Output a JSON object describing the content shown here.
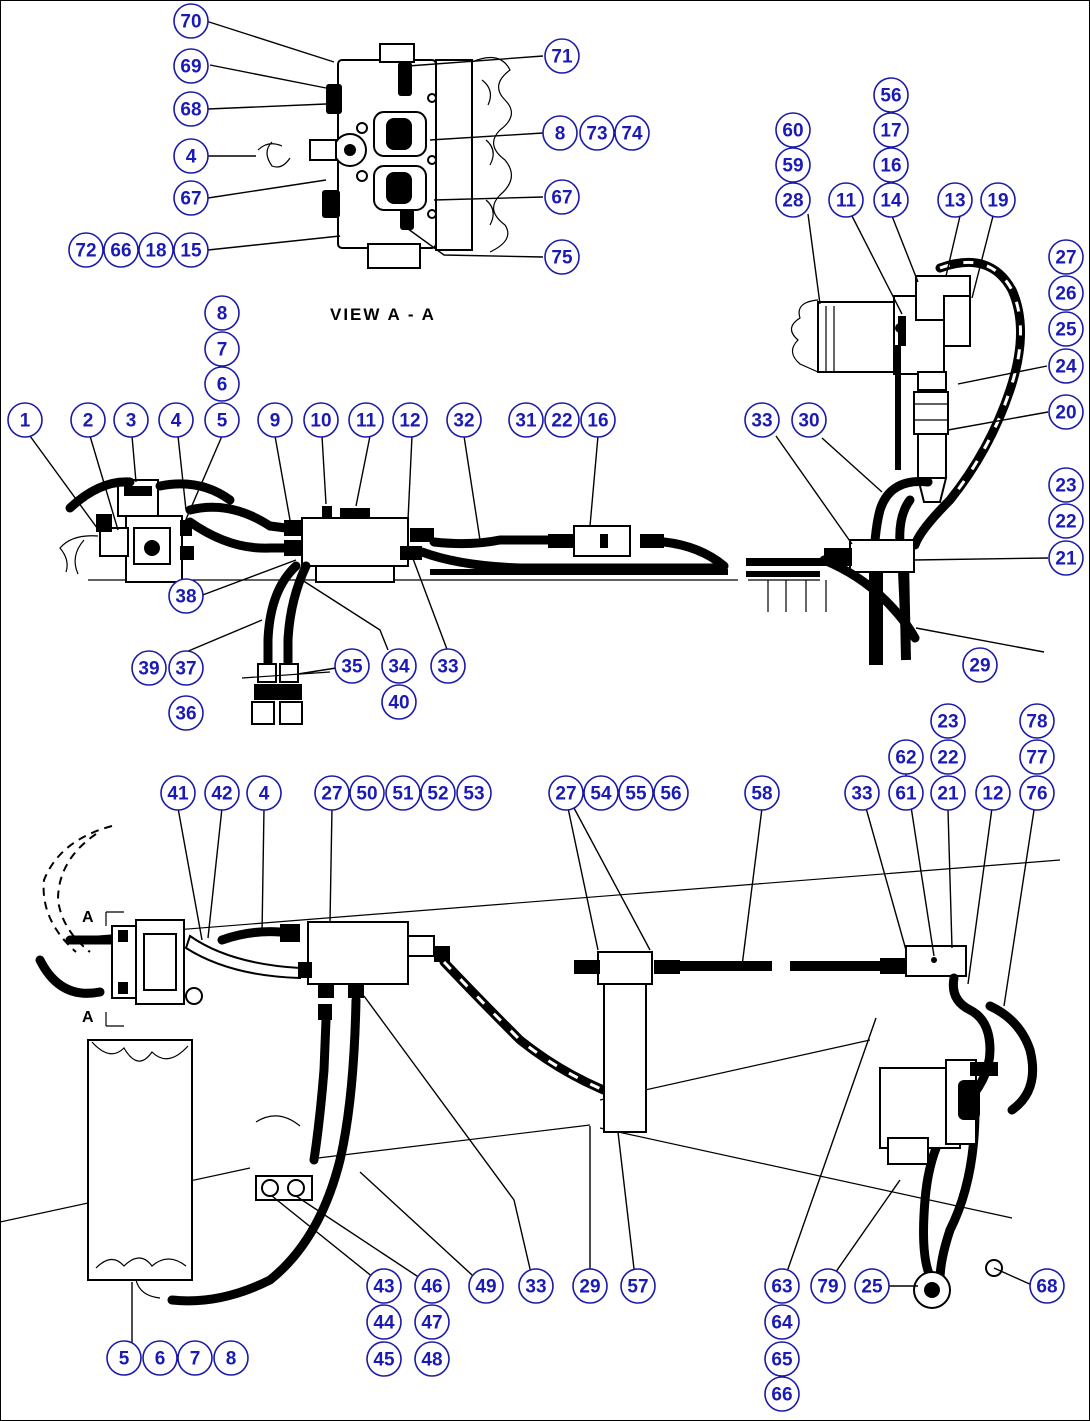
{
  "view_label": "VIEW A - A",
  "section_marks": [
    "A",
    "A"
  ],
  "callouts": [
    {
      "id": "c70",
      "t": "70"
    },
    {
      "id": "c69",
      "t": "69"
    },
    {
      "id": "c68a",
      "t": "68"
    },
    {
      "id": "c4a",
      "t": "4"
    },
    {
      "id": "c67a",
      "t": "67"
    },
    {
      "id": "c72",
      "t": "72"
    },
    {
      "id": "c66a",
      "t": "66"
    },
    {
      "id": "c18",
      "t": "18"
    },
    {
      "id": "c15",
      "t": "15"
    },
    {
      "id": "c71",
      "t": "71"
    },
    {
      "id": "c8a",
      "t": "8"
    },
    {
      "id": "c73",
      "t": "73"
    },
    {
      "id": "c74",
      "t": "74"
    },
    {
      "id": "c67b",
      "t": "67"
    },
    {
      "id": "c75",
      "t": "75"
    },
    {
      "id": "c56a",
      "t": "56"
    },
    {
      "id": "c17",
      "t": "17"
    },
    {
      "id": "c16a",
      "t": "16"
    },
    {
      "id": "c14",
      "t": "14"
    },
    {
      "id": "c60",
      "t": "60"
    },
    {
      "id": "c59",
      "t": "59"
    },
    {
      "id": "c28",
      "t": "28"
    },
    {
      "id": "c11a",
      "t": "11"
    },
    {
      "id": "c13",
      "t": "13"
    },
    {
      "id": "c19",
      "t": "19"
    },
    {
      "id": "c27a",
      "t": "27"
    },
    {
      "id": "c26",
      "t": "26"
    },
    {
      "id": "c25a",
      "t": "25"
    },
    {
      "id": "c24",
      "t": "24"
    },
    {
      "id": "c20",
      "t": "20"
    },
    {
      "id": "c23a",
      "t": "23"
    },
    {
      "id": "c22a",
      "t": "22"
    },
    {
      "id": "c21a",
      "t": "21"
    },
    {
      "id": "c29a",
      "t": "29"
    },
    {
      "id": "c8b",
      "t": "8"
    },
    {
      "id": "c7a",
      "t": "7"
    },
    {
      "id": "c6a",
      "t": "6"
    },
    {
      "id": "c5a",
      "t": "5"
    },
    {
      "id": "c1",
      "t": "1"
    },
    {
      "id": "c2",
      "t": "2"
    },
    {
      "id": "c3",
      "t": "3"
    },
    {
      "id": "c4b",
      "t": "4"
    },
    {
      "id": "c9",
      "t": "9"
    },
    {
      "id": "c10",
      "t": "10"
    },
    {
      "id": "c11b",
      "t": "11"
    },
    {
      "id": "c12a",
      "t": "12"
    },
    {
      "id": "c32",
      "t": "32"
    },
    {
      "id": "c31",
      "t": "31"
    },
    {
      "id": "c22b",
      "t": "22"
    },
    {
      "id": "c16b",
      "t": "16"
    },
    {
      "id": "c33a",
      "t": "33"
    },
    {
      "id": "c30",
      "t": "30"
    },
    {
      "id": "c38",
      "t": "38"
    },
    {
      "id": "c39",
      "t": "39"
    },
    {
      "id": "c37",
      "t": "37"
    },
    {
      "id": "c36",
      "t": "36"
    },
    {
      "id": "c35",
      "t": "35"
    },
    {
      "id": "c34",
      "t": "34"
    },
    {
      "id": "c40",
      "t": "40"
    },
    {
      "id": "c33b",
      "t": "33"
    },
    {
      "id": "c41",
      "t": "41"
    },
    {
      "id": "c42",
      "t": "42"
    },
    {
      "id": "c4c",
      "t": "4"
    },
    {
      "id": "c27b",
      "t": "27"
    },
    {
      "id": "c50",
      "t": "50"
    },
    {
      "id": "c51",
      "t": "51"
    },
    {
      "id": "c52",
      "t": "52"
    },
    {
      "id": "c53",
      "t": "53"
    },
    {
      "id": "c27c",
      "t": "27"
    },
    {
      "id": "c54",
      "t": "54"
    },
    {
      "id": "c55",
      "t": "55"
    },
    {
      "id": "c56b",
      "t": "56"
    },
    {
      "id": "c58",
      "t": "58"
    },
    {
      "id": "c23b",
      "t": "23"
    },
    {
      "id": "c62",
      "t": "62"
    },
    {
      "id": "c22c",
      "t": "22"
    },
    {
      "id": "c78",
      "t": "78"
    },
    {
      "id": "c77",
      "t": "77"
    },
    {
      "id": "c33c",
      "t": "33"
    },
    {
      "id": "c61",
      "t": "61"
    },
    {
      "id": "c21b",
      "t": "21"
    },
    {
      "id": "c12b",
      "t": "12"
    },
    {
      "id": "c76",
      "t": "76"
    },
    {
      "id": "c43",
      "t": "43"
    },
    {
      "id": "c44",
      "t": "44"
    },
    {
      "id": "c45",
      "t": "45"
    },
    {
      "id": "c46",
      "t": "46"
    },
    {
      "id": "c47",
      "t": "47"
    },
    {
      "id": "c48",
      "t": "48"
    },
    {
      "id": "c49",
      "t": "49"
    },
    {
      "id": "c33d",
      "t": "33"
    },
    {
      "id": "c29b",
      "t": "29"
    },
    {
      "id": "c57",
      "t": "57"
    },
    {
      "id": "c5b",
      "t": "5"
    },
    {
      "id": "c6b",
      "t": "6"
    },
    {
      "id": "c7b",
      "t": "7"
    },
    {
      "id": "c8c",
      "t": "8"
    },
    {
      "id": "c63",
      "t": "63"
    },
    {
      "id": "c64",
      "t": "64"
    },
    {
      "id": "c65",
      "t": "65"
    },
    {
      "id": "c66b",
      "t": "66"
    },
    {
      "id": "c79",
      "t": "79"
    },
    {
      "id": "c25b",
      "t": "25"
    },
    {
      "id": "c68b",
      "t": "68"
    }
  ]
}
